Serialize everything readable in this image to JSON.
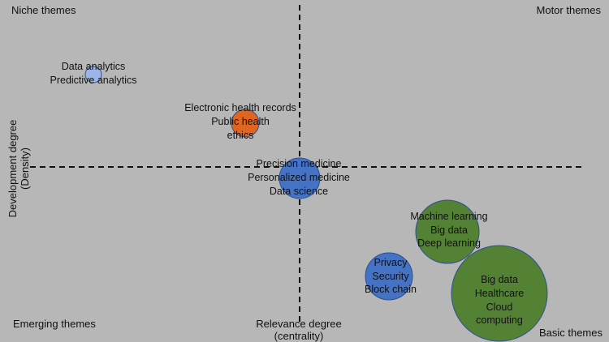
{
  "colors": {
    "background": "#b7b7b7",
    "light_blue": "#9db4e6",
    "blue": "#4472c4",
    "orange": "#e0661f",
    "green": "#548235",
    "axis": "#111111"
  },
  "quadrants": {
    "top_left": "Niche themes",
    "top_right": "Motor themes",
    "bottom_left": "Emerging themes",
    "bottom_right": "Basic themes"
  },
  "axes": {
    "x_label": [
      "Relevance degree",
      "(centrality)"
    ],
    "y_label": [
      "Development degree",
      "(Density)"
    ]
  },
  "chart_data": {
    "type": "scatter",
    "xlabel": "Relevance degree (centrality)",
    "ylabel": "Development degree (Density)",
    "bubbles": [
      {
        "labels": [
          "Data analytics",
          "Predictive analytics"
        ],
        "color_key": "light_blue"
      },
      {
        "labels": [
          "Electronic health records",
          "Public health",
          "ethics"
        ],
        "color_key": "orange"
      },
      {
        "labels": [
          "Precision medicine",
          "Personalized medicine",
          "Data science"
        ],
        "color_key": "blue"
      },
      {
        "labels": [
          "Machine learning",
          "Big data",
          "Deep learning"
        ],
        "color_key": "green"
      },
      {
        "labels": [
          "Privacy",
          "Security",
          "Block chain"
        ],
        "color_key": "blue"
      },
      {
        "labels": [
          "Big data",
          "Healthcare",
          "Cloud",
          "computing"
        ],
        "color_key": "green"
      }
    ]
  }
}
